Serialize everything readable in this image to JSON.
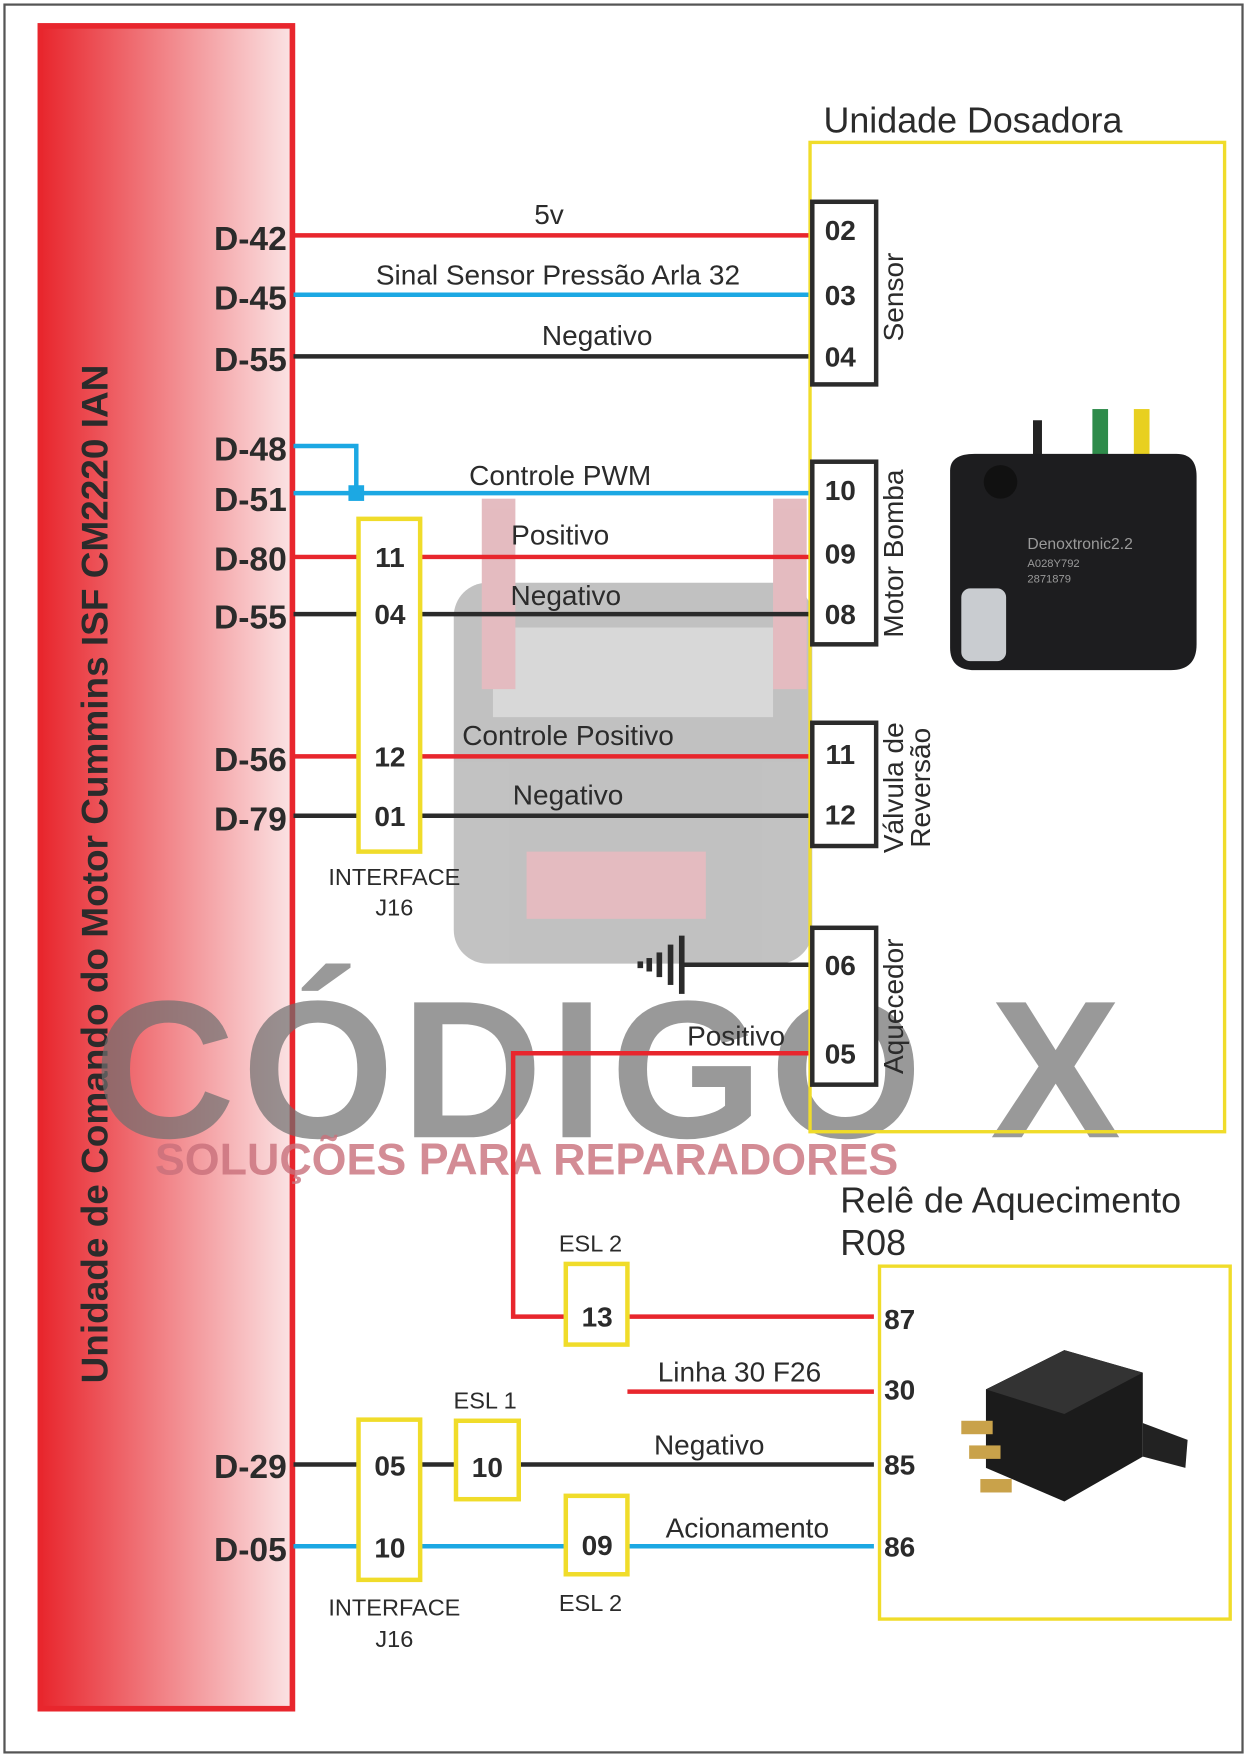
{
  "ecu": {
    "title": "Unidade de Comando do Motor Cummins ISF CM2220 IAN",
    "pins": [
      "D-42",
      "D-45",
      "D-55",
      "D-48",
      "D-51",
      "D-80",
      "D-55",
      "D-56",
      "D-79",
      "D-29",
      "D-05"
    ]
  },
  "wires": {
    "w1": "5v",
    "w2": "Sinal Sensor Pressão Arla 32",
    "w3": "Negativo",
    "w4": "Controle PWM",
    "w5": "Positivo",
    "w6": "Negativo",
    "w7": "Controle Positivo",
    "w8": "Negativo",
    "w9": "Positivo",
    "w10": "Linha 30 F26",
    "w11": "Negativo",
    "w12": "Acionamento"
  },
  "interface_top": {
    "label1": "INTERFACE",
    "label2": "J16",
    "pins": [
      "11",
      "04",
      "12",
      "01"
    ]
  },
  "interface_bottom": {
    "label1": "INTERFACE",
    "label2": "J16",
    "pins": [
      "05",
      "10"
    ]
  },
  "esl": {
    "esl2_top": {
      "label": "ESL 2",
      "pin": "13"
    },
    "esl1": {
      "label": "ESL 1",
      "pin": "10"
    },
    "esl2_bottom": {
      "label": "ESL 2",
      "pin": "09"
    }
  },
  "dosing_unit": {
    "title": "Unidade Dosadora",
    "sensor": {
      "label": "Sensor",
      "pins": [
        "02",
        "03",
        "04"
      ]
    },
    "motor": {
      "label": "Motor Bomba",
      "pins": [
        "10",
        "09",
        "08"
      ]
    },
    "valve": {
      "label1": "Válvula de",
      "label2": "Reversão",
      "pins": [
        "11",
        "12"
      ]
    },
    "heater": {
      "label": "Aquecedor",
      "pins": [
        "06",
        "05"
      ]
    },
    "photo_text": [
      "Denoxtronic2.2",
      "A028Y792",
      "2871879"
    ]
  },
  "relay": {
    "title1": "Relê de Aquecimento",
    "title2": "R08",
    "pins": [
      "87",
      "30",
      "85",
      "86"
    ]
  },
  "watermark": {
    "brand": "CÓDIGO X",
    "tagline": "SOLUÇÕES PARA REPARADORES"
  },
  "colors": {
    "red": "#e8262d",
    "blue": "#1ca8e3",
    "black": "#2b2b2b",
    "yellow": "#f0dc2a"
  }
}
